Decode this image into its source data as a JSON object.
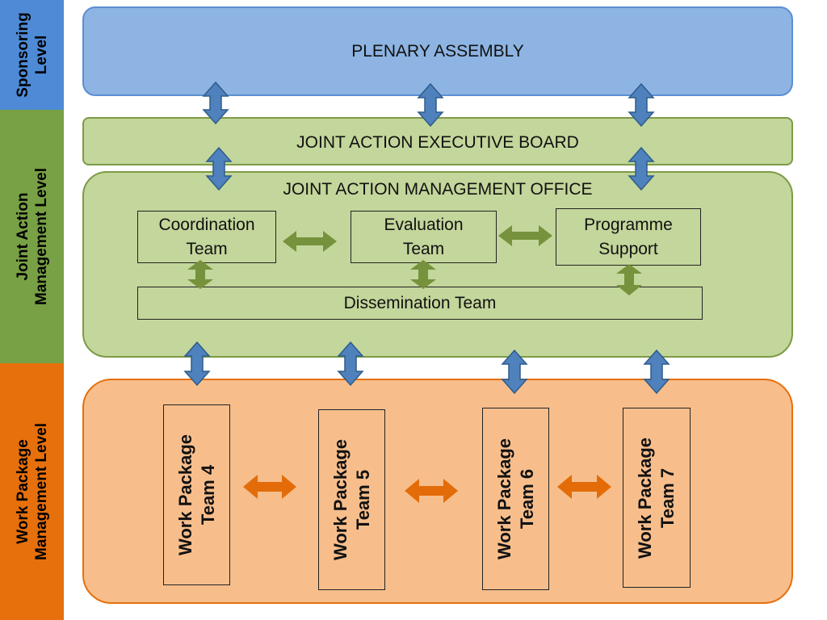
{
  "levels": {
    "sponsoring": "Sponsoring\nLevel",
    "joint_action": "Joint Action\nManagement Level",
    "work_package": "Work Package\nManagement Level"
  },
  "plenary": "PLENARY ASSEMBLY",
  "executive_board": "JOINT ACTION EXECUTIVE BOARD",
  "management_office": {
    "title": "JOINT ACTION MANAGEMENT OFFICE",
    "teams": {
      "coordination": "Coordination\nTeam",
      "evaluation": "Evaluation\nTeam",
      "programme": "Programme\nSupport",
      "dissemination": "Dissemination Team"
    }
  },
  "work_packages": [
    "Work Package\nTeam 4",
    "Work Package\nTeam 5",
    "Work Package\nTeam 6",
    "Work Package\nTeam 7"
  ],
  "colors": {
    "sponsoring_level": "#4e8ad6",
    "joint_level": "#78a045",
    "wp_level": "#e6700c",
    "plenary_fill": "#8db4e2",
    "board_fill": "#c3d69b",
    "wp_fill": "#f7be8c",
    "blue_arrow": "#4f81bd",
    "green_arrow": "#76923c",
    "orange_arrow": "#e36c09"
  }
}
